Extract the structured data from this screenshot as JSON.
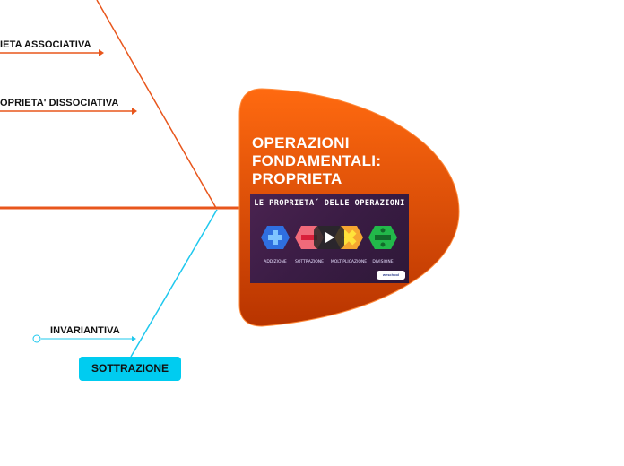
{
  "central_topic": {
    "title": "OPERAZIONI FONDAMENTALI: PROPRIETA",
    "color": "#e04e00"
  },
  "video": {
    "title": "LE PROPRIETA´ DELLE OPERAZIONI",
    "operations": [
      {
        "label": "ADDIZIONE",
        "color": "#2f6fe0"
      },
      {
        "label": "SOTTRAZIONE",
        "color": "#f06a7a"
      },
      {
        "label": "MOLTIPLICAZIONE",
        "color": "#f5a630"
      },
      {
        "label": "DIVISIONE",
        "color": "#22b84a"
      }
    ],
    "badge": "weschool"
  },
  "branches": {
    "associativa": {
      "label": "PROPRIETA ASSOCIATIVA",
      "visible_text": "IETA ASSOCIATIVA",
      "color": "#e8561c"
    },
    "dissociativa": {
      "label": "PROPRIETA' DISSOCIATIVA",
      "visible_text": "OPRIETA' DISSOCIATIVA",
      "color": "#e8561c"
    },
    "invariantiva": {
      "label": "INVARIANTIVA",
      "color": "#1ec8ee"
    },
    "sottrazione": {
      "label": "SOTTRAZIONE",
      "color": "#00ccf0"
    }
  },
  "colors": {
    "orange_line": "#e8561c",
    "cyan_line": "#1ec8ee"
  }
}
